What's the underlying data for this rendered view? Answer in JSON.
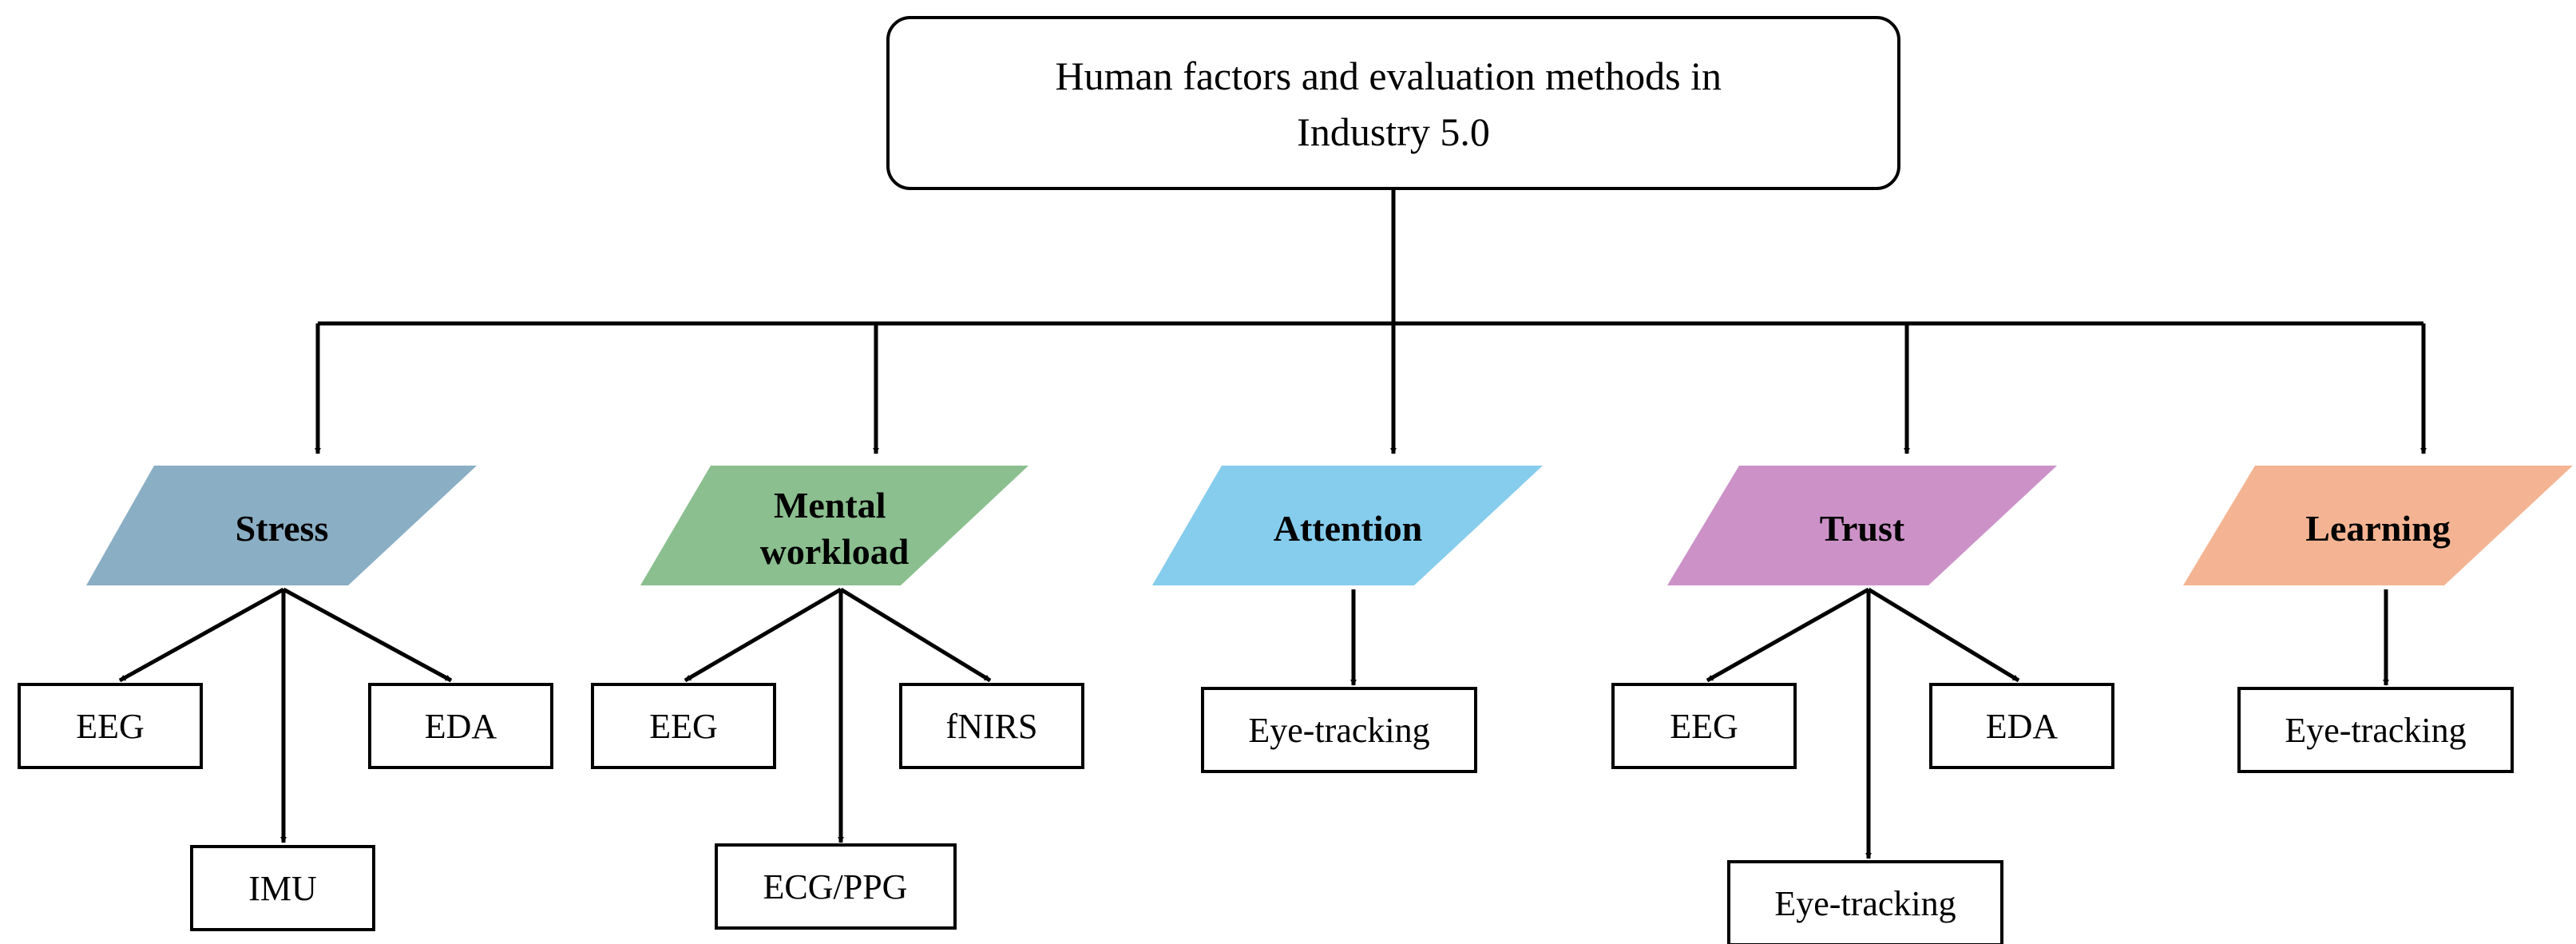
{
  "root": {
    "lines": [
      "Human factors and evaluation methods in",
      "Industry 5.0"
    ]
  },
  "categories": [
    {
      "id": "stress",
      "lines": [
        "Stress"
      ],
      "color": "#8aaec4",
      "methods": [
        "EEG",
        "EDA",
        "IMU"
      ]
    },
    {
      "id": "mental-workload",
      "lines": [
        "Mental",
        "workload"
      ],
      "color": "#8bbf8f",
      "methods": [
        "EEG",
        "fNIRS",
        "ECG/PPG"
      ]
    },
    {
      "id": "attention",
      "lines": [
        "Attention"
      ],
      "color": "#86ccec",
      "methods": [
        "Eye-tracking"
      ]
    },
    {
      "id": "trust",
      "lines": [
        "Trust"
      ],
      "color": "#cc92c8",
      "methods": [
        "EEG",
        "EDA",
        "Eye-tracking"
      ]
    },
    {
      "id": "learning",
      "lines": [
        "Learning"
      ],
      "color": "#f4b493",
      "methods": [
        "Eye-tracking"
      ]
    }
  ]
}
